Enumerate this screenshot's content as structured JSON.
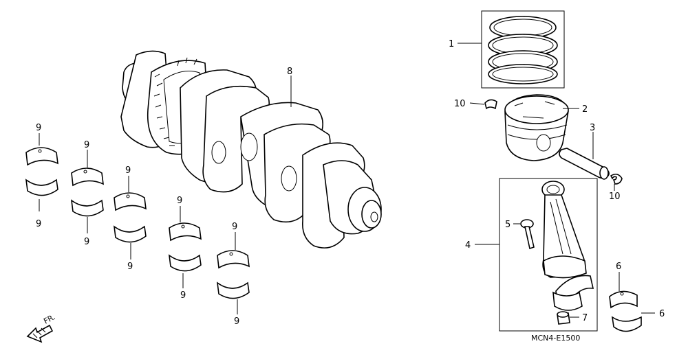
{
  "callouts": {
    "piston_ring_set": "1",
    "piston": "2",
    "piston_pin": "3",
    "connecting_rod": "4",
    "rod_bolt": "5",
    "rod_bearing_right_top": "6",
    "rod_bearing_right_bottom": "6",
    "rod_nut": "7",
    "crankshaft": "8",
    "main_bearing_labels": [
      "9",
      "9",
      "9",
      "9",
      "9",
      "9",
      "9",
      "9",
      "9",
      "9"
    ],
    "clip_left": "10",
    "clip_right": "10"
  },
  "direction_label": "FR.",
  "diagram_code": "MCN4-E1500"
}
